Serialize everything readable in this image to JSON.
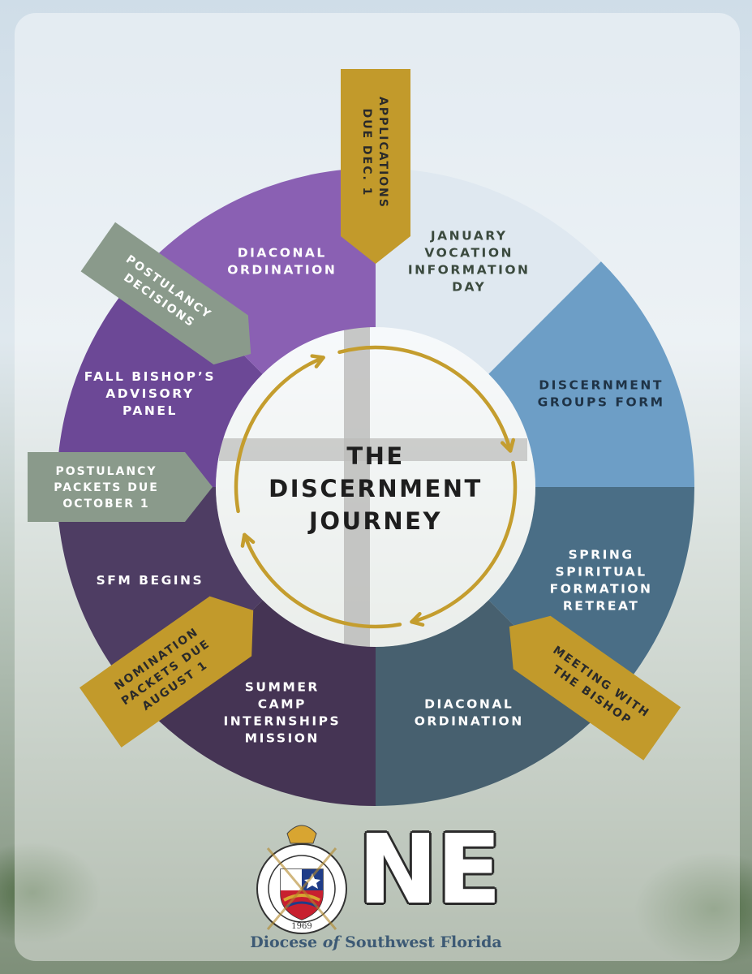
{
  "diagram": {
    "title_lines": [
      "THE",
      "DISCERNMENT",
      "JOURNEY"
    ],
    "segments": [
      {
        "lines": [
          "JANUARY",
          "VOCATION",
          "INFORMATION",
          "DAY"
        ],
        "color": "#dfe8f0",
        "text_color": "#3b4a3e"
      },
      {
        "lines": [
          "DISCERNMENT",
          "GROUPS FORM"
        ],
        "color": "#6d9ec6",
        "text_color": "#1f3346"
      },
      {
        "lines": [
          "SPRING",
          "SPIRITUAL",
          "FORMATION",
          "RETREAT"
        ],
        "color": "#4a6e86",
        "text_color": "#ffffff"
      },
      {
        "lines": [
          "DIACONAL",
          "ORDINATION"
        ],
        "color": "#47606f",
        "text_color": "#ffffff"
      },
      {
        "lines": [
          "SUMMER",
          "CAMP",
          "INTERNSHIPS",
          "MISSION"
        ],
        "color": "#453454",
        "text_color": "#ffffff"
      },
      {
        "lines": [
          "SFM BEGINS"
        ],
        "color": "#4e3d63",
        "text_color": "#ffffff"
      },
      {
        "lines": [
          "FALL BISHOP’S",
          "ADVISORY",
          "PANEL"
        ],
        "color": "#6c4896",
        "text_color": "#ffffff"
      },
      {
        "lines": [
          "DIACONAL",
          "ORDINATION"
        ],
        "color": "#8a60b3",
        "text_color": "#ffffff"
      }
    ],
    "flags": [
      {
        "lines": [
          "APPLICATIONS",
          "DUE DEC. 1"
        ],
        "color": "#c29a2b",
        "text_color": "#2a2a2a"
      },
      {
        "lines": [
          "POSTULANCY",
          "DECISIONS"
        ],
        "color": "#8a9a8b",
        "text_color": "#ffffff"
      },
      {
        "lines": [
          "POSTULANCY",
          "PACKETS DUE",
          "OCTOBER 1"
        ],
        "color": "#8a9a8b",
        "text_color": "#ffffff"
      },
      {
        "lines": [
          "NOMINATION",
          "PACKETS DUE",
          "AUGUST 1"
        ],
        "color": "#c29a2b",
        "text_color": "#2a2a2a"
      },
      {
        "lines": [
          "MEETING WITH",
          "THE BISHOP"
        ],
        "color": "#c29a2b",
        "text_color": "#2a2a2a"
      }
    ],
    "arrow_color": "#c49d2e"
  },
  "logo": {
    "wordmark": "NE",
    "tagline_prefix": "Diocese ",
    "tagline_italic": "of",
    "tagline_suffix": " Southwest Florida",
    "seal_year": "1969",
    "seal_colors": {
      "blue": "#1f3c88",
      "red": "#c8202f",
      "gold": "#d8a531"
    }
  }
}
